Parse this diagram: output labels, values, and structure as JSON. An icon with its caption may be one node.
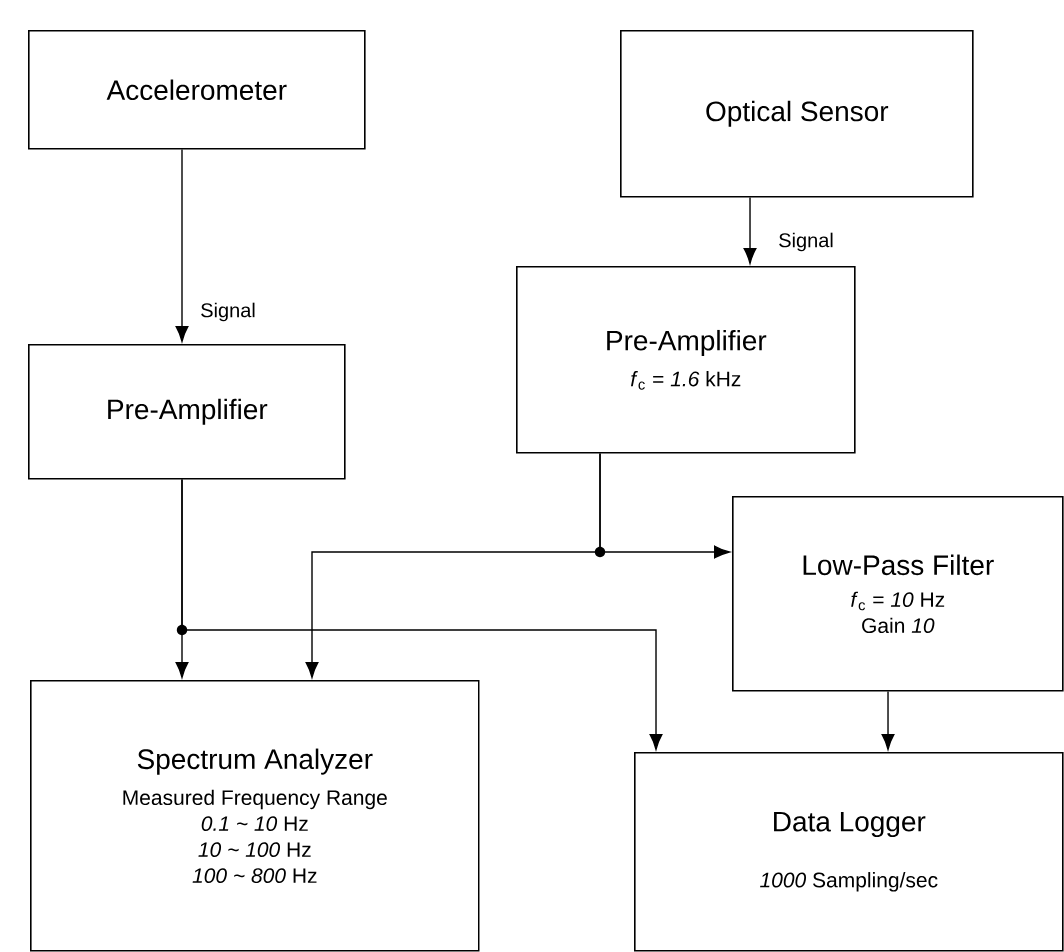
{
  "diagram": {
    "nodes": [
      {
        "text": [
          "Accelerometer"
        ]
      },
      {
        "text": [
          "Pre-Amplifier"
        ]
      },
      {
        "text": [
          "Optical Sensor"
        ]
      },
      {
        "text": [
          "Pre-Amplifier",
          "*f*$_{c}$ = *1.6* kHz"
        ]
      },
      {
        "text": [
          "Low-Pass Filter",
          "*f*$_{c}$ = *10* Hz",
          "Gain *10*"
        ]
      },
      {
        "text": [
          "Spectrum Analyzer",
          "Measured Frequency Range",
          "*0.1 ~ 10* Hz",
          "*10 ~ 100* Hz",
          "*100 ~ 800* Hz"
        ]
      },
      {
        "text": [
          "Data Logger",
          "*1000* Sampling/sec"
        ]
      }
    ],
    "edges": [
      {
        "from": 0,
        "to": 1,
        "arrow": "to",
        "label": "Signal"
      },
      {
        "from": 2,
        "to": 3,
        "arrow": "to",
        "label": "Signal"
      },
      {
        "from": 1,
        "to": 5,
        "arrow": "to"
      },
      {
        "from": 1,
        "to": 6,
        "arrow": "to"
      },
      {
        "from": 3,
        "to": 4,
        "arrow": "to"
      },
      {
        "from": 3,
        "to": 5,
        "arrow": "to"
      },
      {
        "from": 4,
        "to": 6,
        "arrow": "to"
      }
    ]
  }
}
